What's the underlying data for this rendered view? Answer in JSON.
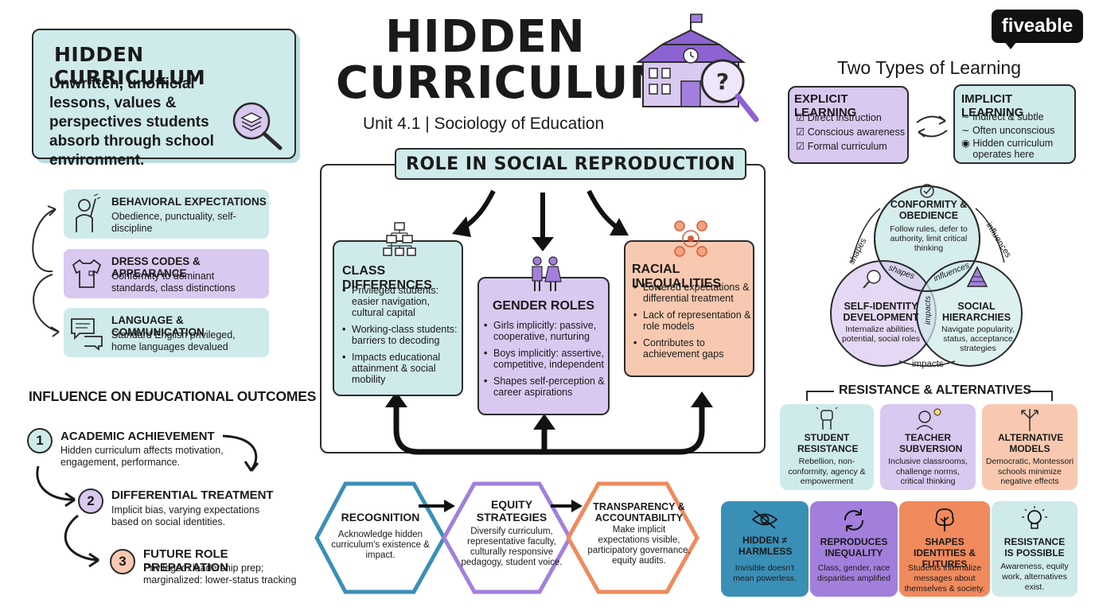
{
  "brand": {
    "logo": "fiveable"
  },
  "definition": {
    "title": "HIDDEN CURRICULUM",
    "text": "Unwritten, unofficial lessons, values & perspectives students absorb through school environment."
  },
  "header": {
    "title_line1": "HIDDEN",
    "title_line2": "CURRICULUM",
    "subtitle": "Unit 4.1 | Sociology of Education"
  },
  "examples": [
    {
      "title": "BEHAVIORAL EXPECTATIONS",
      "text": "Obedience, punctuality, self-discipline",
      "icon": "raised-hand-person-icon"
    },
    {
      "title": "DRESS CODES & APPEARANCE",
      "text": "Conformity to dominant standards, class distinctions",
      "icon": "shirt-icon"
    },
    {
      "title": "LANGUAGE & COMMUNICATION",
      "text": "Standard English privileged, home languages devalued",
      "icon": "speech-bubbles-icon"
    }
  ],
  "outcomes": {
    "heading": "INFLUENCE ON EDUCATIONAL OUTCOMES",
    "items": [
      {
        "num": "1",
        "title": "ACADEMIC ACHIEVEMENT",
        "text": "Hidden curriculum affects motivation, engagement, performance."
      },
      {
        "num": "2",
        "title": "DIFFERENTIAL TREATMENT",
        "text": "Implicit bias, varying expectations based on social identities."
      },
      {
        "num": "3",
        "title": "FUTURE ROLE PREPARATION",
        "text": "Privileged: leadership prep; marginalized: lower-status tracking"
      }
    ]
  },
  "reproduction": {
    "heading": "ROLE IN SOCIAL REPRODUCTION",
    "class": {
      "title": "CLASS DIFFERENCES",
      "items": [
        "Privileged students: easier navigation, cultural capital",
        "Working-class students: barriers to decoding",
        "Impacts educational attainment & social mobility"
      ]
    },
    "gender": {
      "title": "GENDER ROLES",
      "items": [
        "Girls implicitly: passive, cooperative, nurturing",
        "Boys implicitly: assertive, competitive, independent",
        "Shapes self-perception & career aspirations"
      ]
    },
    "race": {
      "title": "RACIAL INEQUALITIES",
      "items": [
        "Lowered expectations & differential treatment",
        "Lack of representation & role models",
        "Contributes to achievement gaps"
      ]
    }
  },
  "strategies": [
    {
      "title": "RECOGNITION",
      "text": "Acknowledge hidden curriculum's existence & impact."
    },
    {
      "title": "EQUITY STRATEGIES",
      "text": "Diversify curriculum, representative faculty, culturally responsive pedagogy, student voice."
    },
    {
      "title": "TRANSPARENCY & ACCOUNTABILITY",
      "text": "Make implicit expectations visible, participatory governance, equity audits."
    }
  ],
  "learning": {
    "heading": "Two Types of Learning",
    "explicit": {
      "title": "EXPLICIT LEARNING",
      "items": [
        "Direct instruction",
        "Conscious awareness",
        "Formal curriculum"
      ]
    },
    "implicit": {
      "title": "IMPLICIT LEARNING",
      "items": [
        "Indirect & subtle",
        "Often unconscious",
        "Hidden curriculum operates here"
      ]
    }
  },
  "venn": {
    "top": {
      "title": "CONFORMITY & OBEDIENCE",
      "text": "Follow rules, defer to authority, limit critical thinking"
    },
    "left": {
      "title": "SELF-IDENTITY DEVELOPMENT",
      "text": "Internalize abilities, potential, social roles"
    },
    "right": {
      "title": "SOCIAL HIERARCHIES",
      "text": "Navigate popularity, status, acceptance strategies"
    },
    "labels": {
      "shapes": "shapes",
      "influences": "influences",
      "impacts": "impacts"
    }
  },
  "resistance": {
    "heading": "RESISTANCE & ALTERNATIVES",
    "items": [
      {
        "title": "STUDENT RESISTANCE",
        "text": "Rebellion, non-conformity, agency & empowerment"
      },
      {
        "title": "TEACHER SUBVERSION",
        "text": "Inclusive classrooms, challenge norms, critical thinking"
      },
      {
        "title": "ALTERNATIVE MODELS",
        "text": "Democratic, Montessori schools minimize negative effects"
      }
    ]
  },
  "takeaways": [
    {
      "title": "HIDDEN ≠ HARMLESS",
      "text": "Invisible doesn't mean powerless.",
      "color": "#3a8fb7"
    },
    {
      "title": "REPRODUCES INEQUALITY",
      "text": "Class, gender, race disparities amplified",
      "color": "#a27fdc"
    },
    {
      "title": "SHAPES IDENTITIES & FUTURES",
      "text": "Students internalize messages about themselves & society.",
      "color": "#f08a5d"
    },
    {
      "title": "RESISTANCE IS POSSIBLE",
      "text": "Awareness, equity work, alternatives exist.",
      "color": "#cfeaea"
    }
  ]
}
